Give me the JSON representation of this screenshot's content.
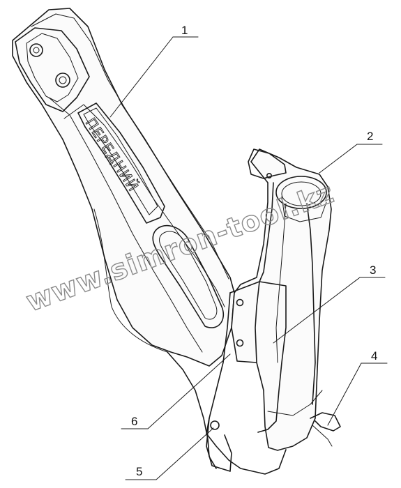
{
  "diagram": {
    "part_label": "ПЕРЕДНИЙ",
    "watermark": "www.simron-tool.kz",
    "callouts": [
      {
        "id": "callout-1",
        "number": "1"
      },
      {
        "id": "callout-2",
        "number": "2"
      },
      {
        "id": "callout-3",
        "number": "3"
      },
      {
        "id": "callout-4",
        "number": "4"
      },
      {
        "id": "callout-5",
        "number": "5"
      },
      {
        "id": "callout-6",
        "number": "6"
      }
    ]
  }
}
